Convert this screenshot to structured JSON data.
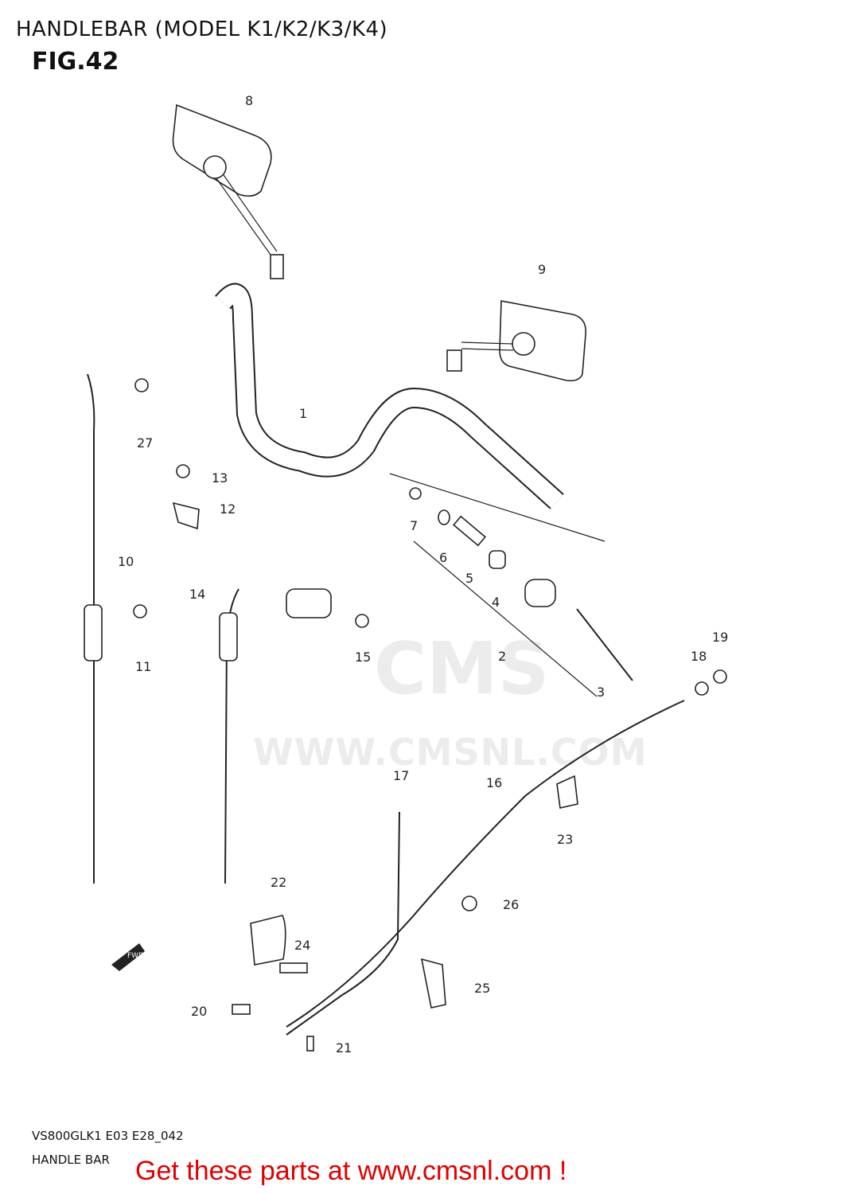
{
  "heading": "HANDLEBAR (MODEL K1/K2/K3/K4)",
  "figure_label": "FIG.42",
  "part_numbers": [
    "1",
    "2",
    "3",
    "4",
    "5",
    "6",
    "7",
    "8",
    "9",
    "10",
    "11",
    "12",
    "13",
    "14",
    "15",
    "16",
    "17",
    "18",
    "19",
    "20",
    "21",
    "22",
    "23",
    "24",
    "25",
    "26",
    "27"
  ],
  "direction_marker": "FWD",
  "watermark": {
    "logo": "CMS",
    "url": "WWW.CMSNL.COM"
  },
  "drawing_code": "VS800GLK1 E03 E28_042",
  "caption": "HANDLE BAR",
  "promo": "Get these parts at www.cmsnl.com !"
}
